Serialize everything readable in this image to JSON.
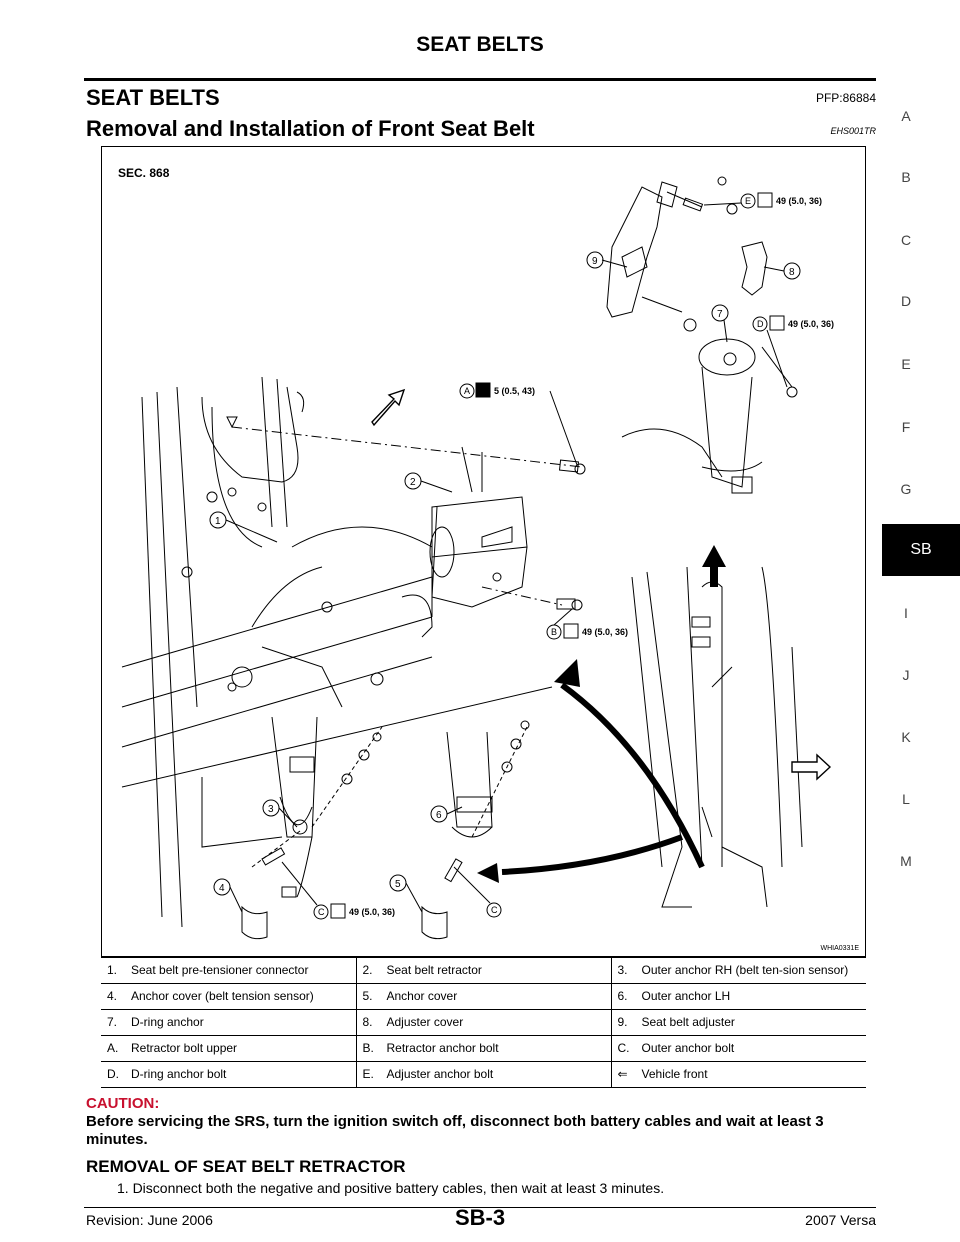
{
  "header": {
    "running_title": "SEAT BELTS"
  },
  "section": {
    "title": "SEAT BELTS",
    "code": "PFP:86884"
  },
  "subsection": {
    "title": "Removal and Installation of Front Seat Belt",
    "code": "EHS001TR"
  },
  "side_index": {
    "letters": [
      "A",
      "B",
      "C",
      "D",
      "E",
      "F",
      "G",
      "I",
      "J",
      "K",
      "L",
      "M"
    ],
    "active": "SB"
  },
  "figure": {
    "sec_label": "SEC. 868",
    "image_code": "WHIA0331E",
    "callouts": {
      "a_label": "A",
      "a_torque": "5 (0.5, 43)",
      "b_label": "B",
      "b_torque": "49 (5.0, 36)",
      "c_label": "C",
      "c_torque": "49 (5.0, 36)",
      "d_label": "D",
      "d_torque": "49 (5.0, 36)",
      "e_label": "E",
      "e_torque": "49 (5.0, 36)",
      "c_extra": "C"
    },
    "numbers": [
      "1",
      "2",
      "3",
      "4",
      "5",
      "6",
      "7",
      "8",
      "9"
    ]
  },
  "legend": [
    [
      {
        "n": "1.",
        "t": "Seat belt pre-tensioner connector"
      },
      {
        "n": "2.",
        "t": "Seat belt retractor"
      },
      {
        "n": "3.",
        "t": "Outer anchor RH (belt ten-sion sensor)"
      }
    ],
    [
      {
        "n": "4.",
        "t": "Anchor cover (belt tension sensor)"
      },
      {
        "n": "5.",
        "t": "Anchor cover"
      },
      {
        "n": "6.",
        "t": "Outer anchor LH"
      }
    ],
    [
      {
        "n": "7.",
        "t": " D-ring anchor"
      },
      {
        "n": "8.",
        "t": "Adjuster cover"
      },
      {
        "n": "9.",
        "t": "Seat belt adjuster"
      }
    ],
    [
      {
        "n": "A.",
        "t": "Retractor bolt upper"
      },
      {
        "n": "B.",
        "t": "Retractor anchor bolt"
      },
      {
        "n": "C.",
        "t": "Outer anchor bolt"
      }
    ],
    [
      {
        "n": "D.",
        "t": "D-ring anchor bolt"
      },
      {
        "n": "E.",
        "t": "Adjuster anchor bolt"
      },
      {
        "n": "⇐",
        "t": "Vehicle front"
      }
    ]
  ],
  "caution": {
    "label": "CAUTION:",
    "text": "Before servicing the SRS, turn the ignition switch off, disconnect both battery cables and wait at least 3 minutes."
  },
  "procedure": {
    "title": "REMOVAL OF SEAT BELT RETRACTOR",
    "step1": "1.   Disconnect both the negative and positive battery cables, then wait at least 3 minutes."
  },
  "footer": {
    "revision": "Revision: June 2006",
    "page": "SB-3",
    "model": "2007 Versa"
  }
}
